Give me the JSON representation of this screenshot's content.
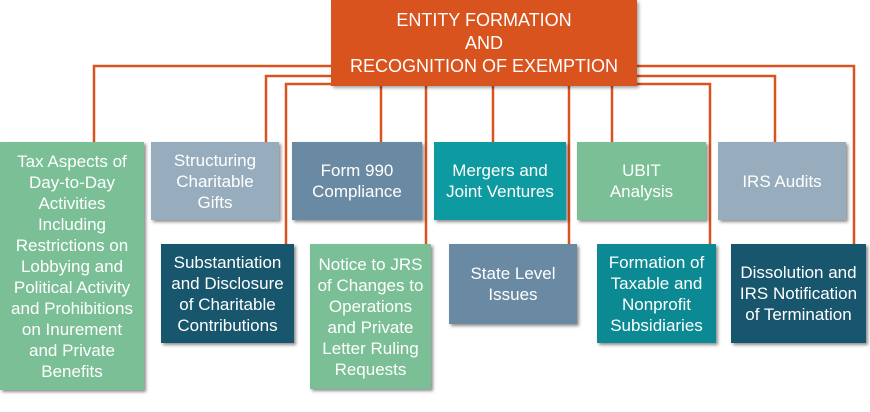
{
  "colors": {
    "connector": "#d9531e",
    "root": "#d9531e",
    "green": "#7bbf96",
    "grey": "#97adbd",
    "slate": "#6a8aa3",
    "teal": "#0e9aa1",
    "navy": "#18566e"
  },
  "root": {
    "label": "ENTITY FORMATION\nAND\nRECOGNITION OF EXEMPTION"
  },
  "nodes": [
    {
      "id": "tax-aspects",
      "label": "Tax Aspects of\nDay-to-Day\nActivities\nIncluding\nRestrictions on\nLobbying and\nPolitical Activity\nand Prohibitions\non Inurement\nand Private\nBenefits"
    },
    {
      "id": "structuring",
      "label": "Structuring\nCharitable\nGifts"
    },
    {
      "id": "form-990",
      "label": "Form 990\nCompliance"
    },
    {
      "id": "mergers",
      "label": "Mergers and\nJoint Ventures"
    },
    {
      "id": "ubit",
      "label": "UBIT\nAnalysis"
    },
    {
      "id": "irs-audits",
      "label": "IRS Audits"
    },
    {
      "id": "substantiation",
      "label": "Substantiation\nand Disclosure\nof Charitable\nContributions"
    },
    {
      "id": "notice",
      "label": "Notice to JRS\nof Changes to\nOperations\nand Private\nLetter Ruling\nRequests"
    },
    {
      "id": "state-level",
      "label": "State Level\nIssues"
    },
    {
      "id": "formation-subs",
      "label": "Formation of\nTaxable and\nNonprofit\nSubsidiaries"
    },
    {
      "id": "dissolution",
      "label": "Dissolution and\nIRS Notification\nof Termination"
    }
  ]
}
